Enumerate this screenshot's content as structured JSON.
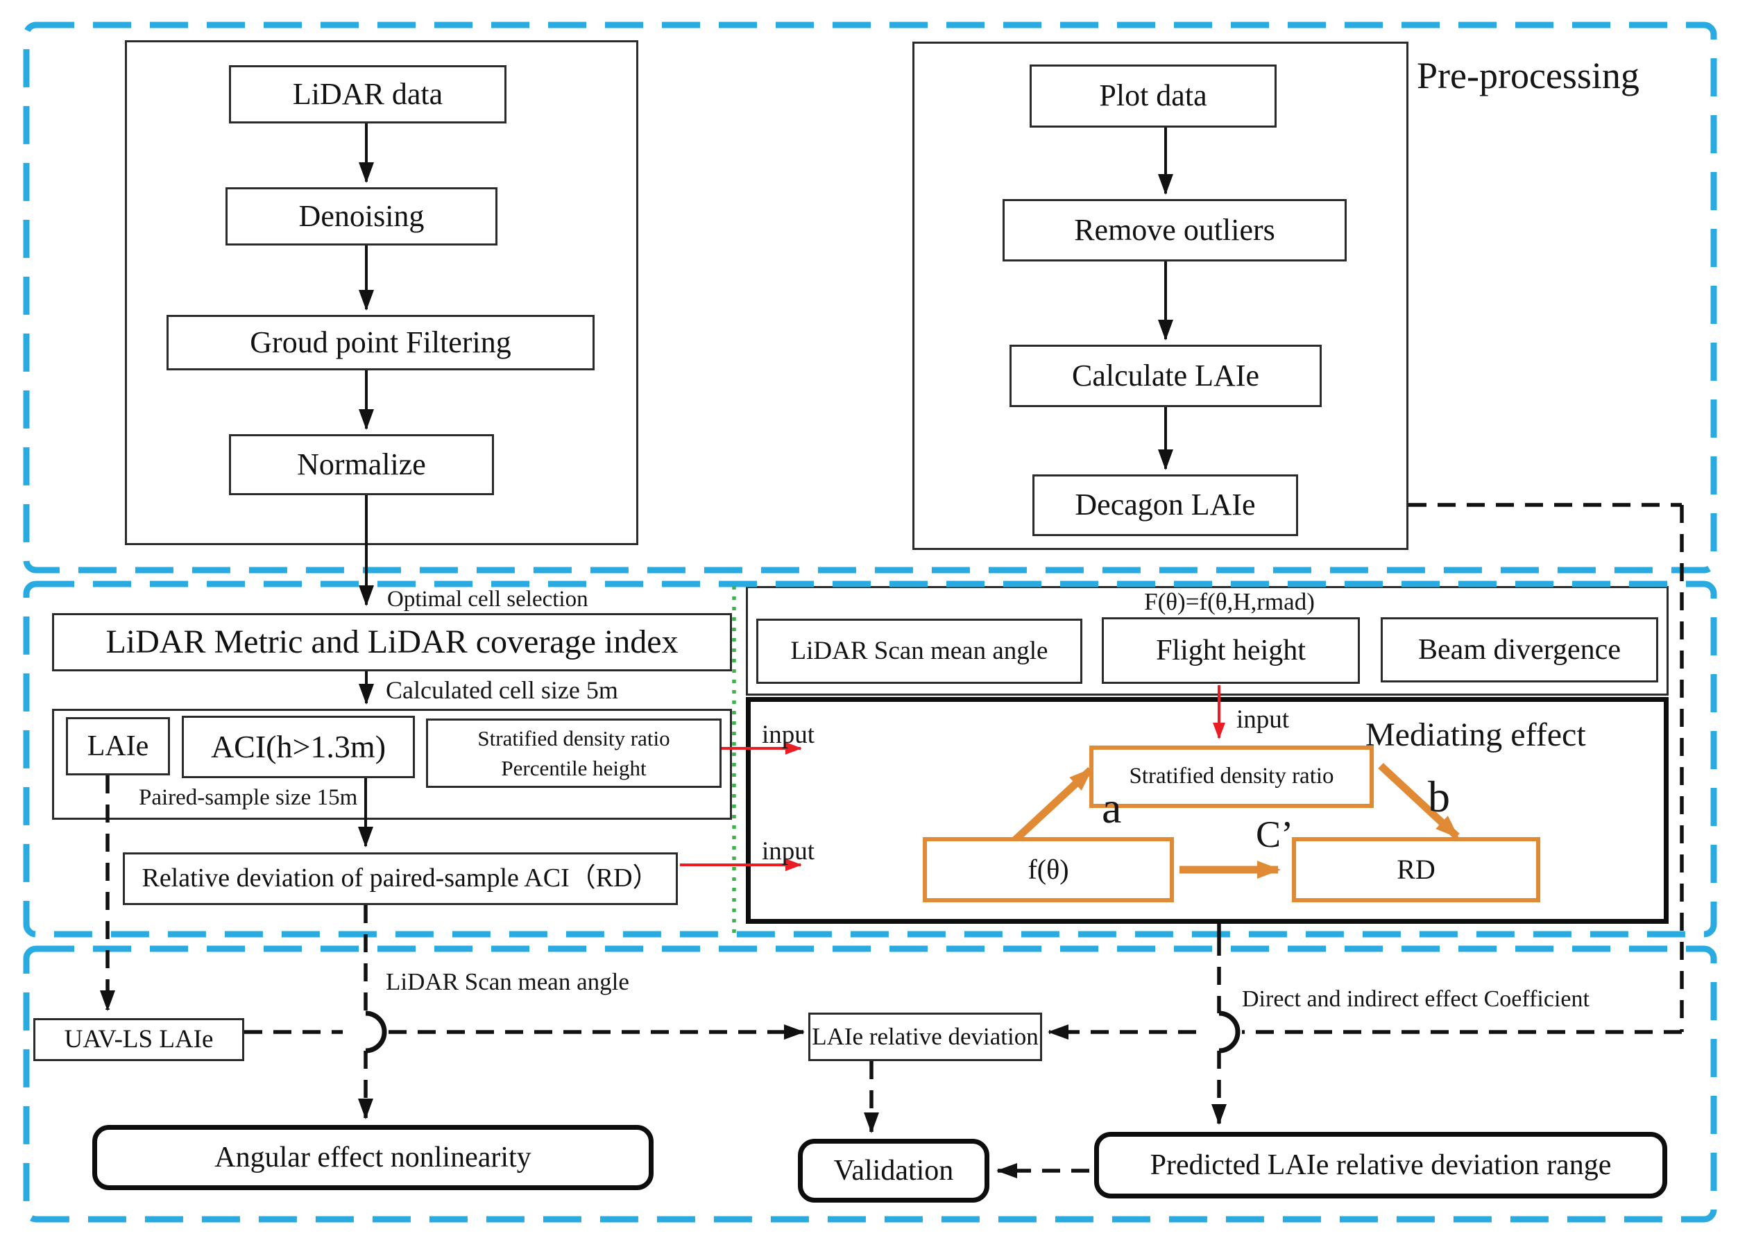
{
  "figure": {
    "preprocessing_label": "Pre-processing",
    "left_flow": {
      "boxes": [
        "LiDAR data",
        "Denoising",
        "Groud point Filtering",
        "Normalize"
      ]
    },
    "right_flow": {
      "boxes": [
        "Plot data",
        "Remove outliers",
        "Calculate LAIe",
        "Decagon LAIe"
      ]
    },
    "middle_left": {
      "optimal_cell_label": "Optimal cell selection",
      "metric_box": "LiDAR Metric and LiDAR coverage index",
      "cell_size_label": "Calculated cell size 5m",
      "laie_box": "LAIe",
      "aci_box": "ACI(h>1.3m)",
      "stratified_line1": "Stratified density ratio",
      "stratified_line2": "Percentile height",
      "paired_sample_label": "Paired-sample size 15m",
      "relative_deviation_box": "Relative deviation of paired-sample  ACI（RD）",
      "input_label": "input"
    },
    "mediating": {
      "formula": "F(θ)=f(θ,H,rmad)",
      "scan_angle_box": "LiDAR Scan mean angle",
      "flight_height_box": "Flight height",
      "beam_divergence_box": "Beam divergence",
      "title": "Mediating effect",
      "stratified_box": "Stratified density ratio",
      "f_theta_box": "f(θ)",
      "rd_box": "RD",
      "label_a": "a",
      "label_b": "b",
      "label_c": "C’",
      "input_label": "input"
    },
    "bottom": {
      "scan_angle_label": "LiDAR Scan mean angle",
      "coefficient_label": "Direct and indirect effect Coefficient",
      "uav_box": "UAV-LS LAIe",
      "laie_deviation_box": "LAIe relative deviation",
      "angular_box": "Angular effect nonlinearity",
      "validation_box": "Validation",
      "predicted_box": "Predicted LAIe relative deviation range"
    }
  },
  "colors": {
    "section_border_blue": "#29abe2",
    "divider_green": "#3bb44a",
    "input_arrow_red": "#ec1c24",
    "mediation_orange": "#e18a35",
    "line_black": "#111111"
  }
}
